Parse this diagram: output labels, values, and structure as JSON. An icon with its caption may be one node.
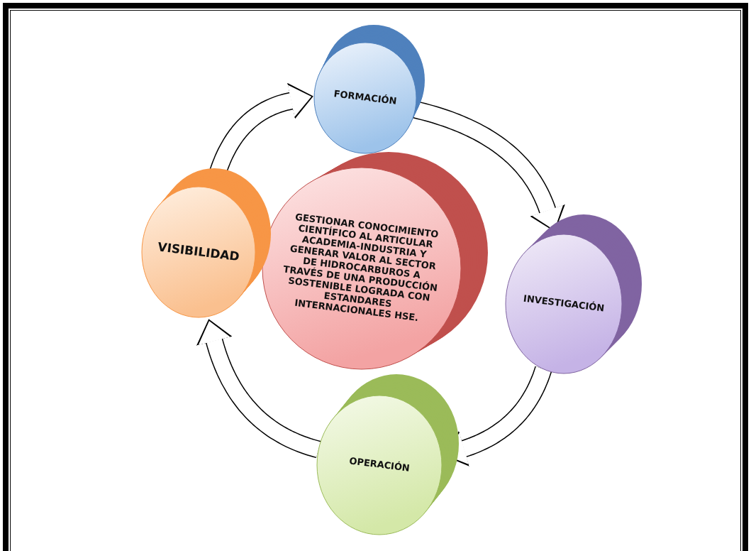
{
  "diagram": {
    "nodes": [
      {
        "text": [
          "FORMACIÓN"
        ]
      },
      {
        "text": [
          "VISIBILIDAD"
        ]
      },
      {
        "text": [
          "GESTIONAR CONOCIMIENTO CIENTÍFICO AL ARTICULAR ACADEMIA-INDUSTRIA Y GENERAR VALOR AL SECTOR DE HIDROCARBUROS A TRAVÉS DE UNA PRODUCCIÓN SOSTENIBLE LOGRADA CON ESTANDARES INTERNACIONALES HSE."
        ]
      },
      {
        "text": [
          "INVESTIGACIÓN"
        ]
      },
      {
        "text": [
          "OPERACIÓN"
        ]
      }
    ],
    "edges": [
      {
        "from": 1,
        "to": 0,
        "arrow": "to"
      },
      {
        "from": 0,
        "to": 3,
        "arrow": "to"
      },
      {
        "from": 3,
        "to": 4,
        "arrow": "to"
      },
      {
        "from": 4,
        "to": 1,
        "arrow": "to"
      }
    ]
  }
}
